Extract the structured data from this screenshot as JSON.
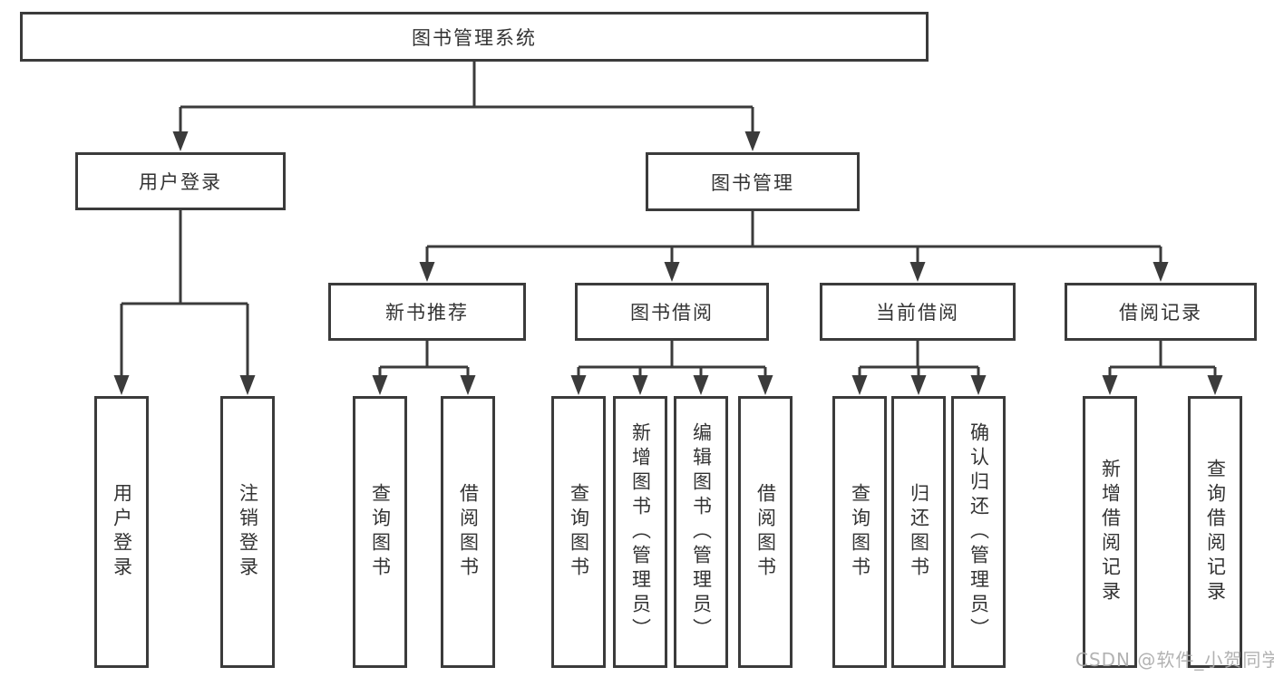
{
  "colors": {
    "line": "#3b3b3b",
    "box_border": "#3b3b3b",
    "text": "#333333",
    "watermark": "#aaaaaa",
    "background": "#ffffff"
  },
  "diagram": {
    "root": "图书管理系统",
    "user_login": "用户登录",
    "book_mgmt": "图书管理",
    "new_book": "新书推荐",
    "book_borrow": "图书借阅",
    "current_borrow": "当前借阅",
    "borrow_record": "借阅记录",
    "leaves": {
      "user_login": [
        "用户登录",
        "注销登录"
      ],
      "new_book": [
        "查询图书",
        "借阅图书"
      ],
      "book_borrow": [
        "查询图书",
        "新增图书（管理员）",
        "编辑图书（管理员）",
        "借阅图书"
      ],
      "current_borrow": [
        "查询图书",
        "归还图书",
        "确认归还（管理员）"
      ],
      "borrow_record": [
        "新增借阅记录",
        "查询借阅记录"
      ]
    }
  },
  "watermark": "CSDN @软件_小贺同学"
}
